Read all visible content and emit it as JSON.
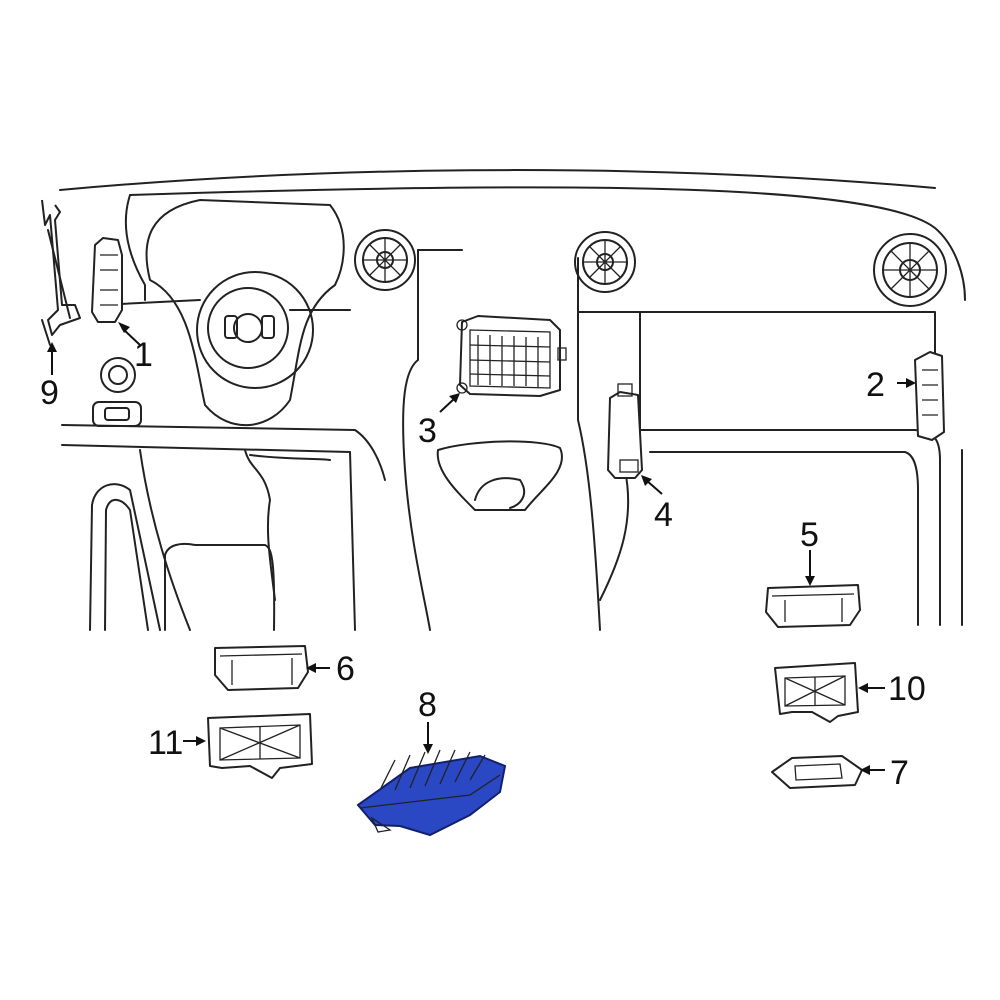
{
  "diagram": {
    "highlight_color": "#2a47c4",
    "highlighted_part": "8",
    "callouts": [
      "1",
      "2",
      "3",
      "4",
      "5",
      "6",
      "7",
      "8",
      "9",
      "10",
      "11"
    ]
  }
}
